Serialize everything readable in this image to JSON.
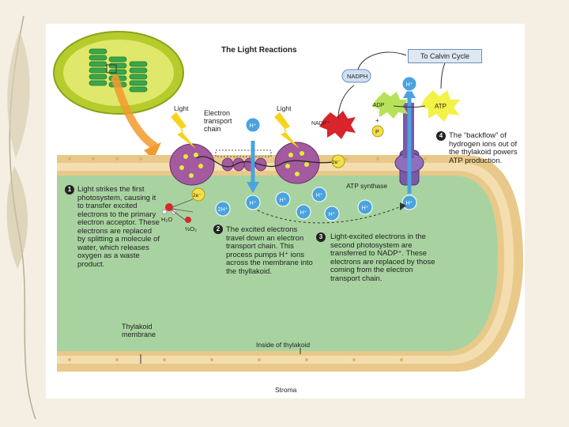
{
  "title": "The Light Reactions",
  "calvin_box": "To Calvin Cycle",
  "labels": {
    "light_left": "Light",
    "light_right": "Light",
    "electron_transport_chain": "Electron\ntransport\nchain",
    "nadph": "NADPH",
    "nadp_plus": "NADP⁺",
    "adp": "ADP",
    "plus": "+",
    "p": "P",
    "atp": "ATP",
    "atp_synthase": "ATP synthase",
    "two_e": "2e⁻",
    "two_e_left": "2e⁻",
    "h2o": "H₂O",
    "half_o2": "½O₂",
    "two_h": "2H⁺",
    "thylakoid_membrane": "Thylakoid\nmembrane",
    "inside_thylakoid": "Inside of thylakoid",
    "stroma": "Stroma",
    "h_plus": "H⁺"
  },
  "steps": [
    {
      "num": "1",
      "text": "Light strikes the first photosystem, causing it to transfer excited electrons to the primary electron acceptor. These electrons are replaced by splitting a molecule of water, which releases oxygen as a waste product."
    },
    {
      "num": "2",
      "text": "The excited electrons travel down an electron transport chain. This process pumps H⁺ ions across the membrane into the thyllakoid."
    },
    {
      "num": "3",
      "text": "Light-excited electrons in the second photosystem are transferred to NADP⁺. These electrons are replaced by those coming from the electron transport chain."
    },
    {
      "num": "4",
      "text": "The “backflow” of hydrogen ions out of the thylakoid powers ATP production."
    }
  ],
  "colors": {
    "thylakoid_interior": "#a8d3a0",
    "membrane": "#e8c98a",
    "photosystem": "#a35a9e",
    "atp_synthase": "#7a5aa8",
    "h_ion": "#4aa3df",
    "chloroplast": "#c9dc3a",
    "arrow_orange": "#f29a2e"
  }
}
